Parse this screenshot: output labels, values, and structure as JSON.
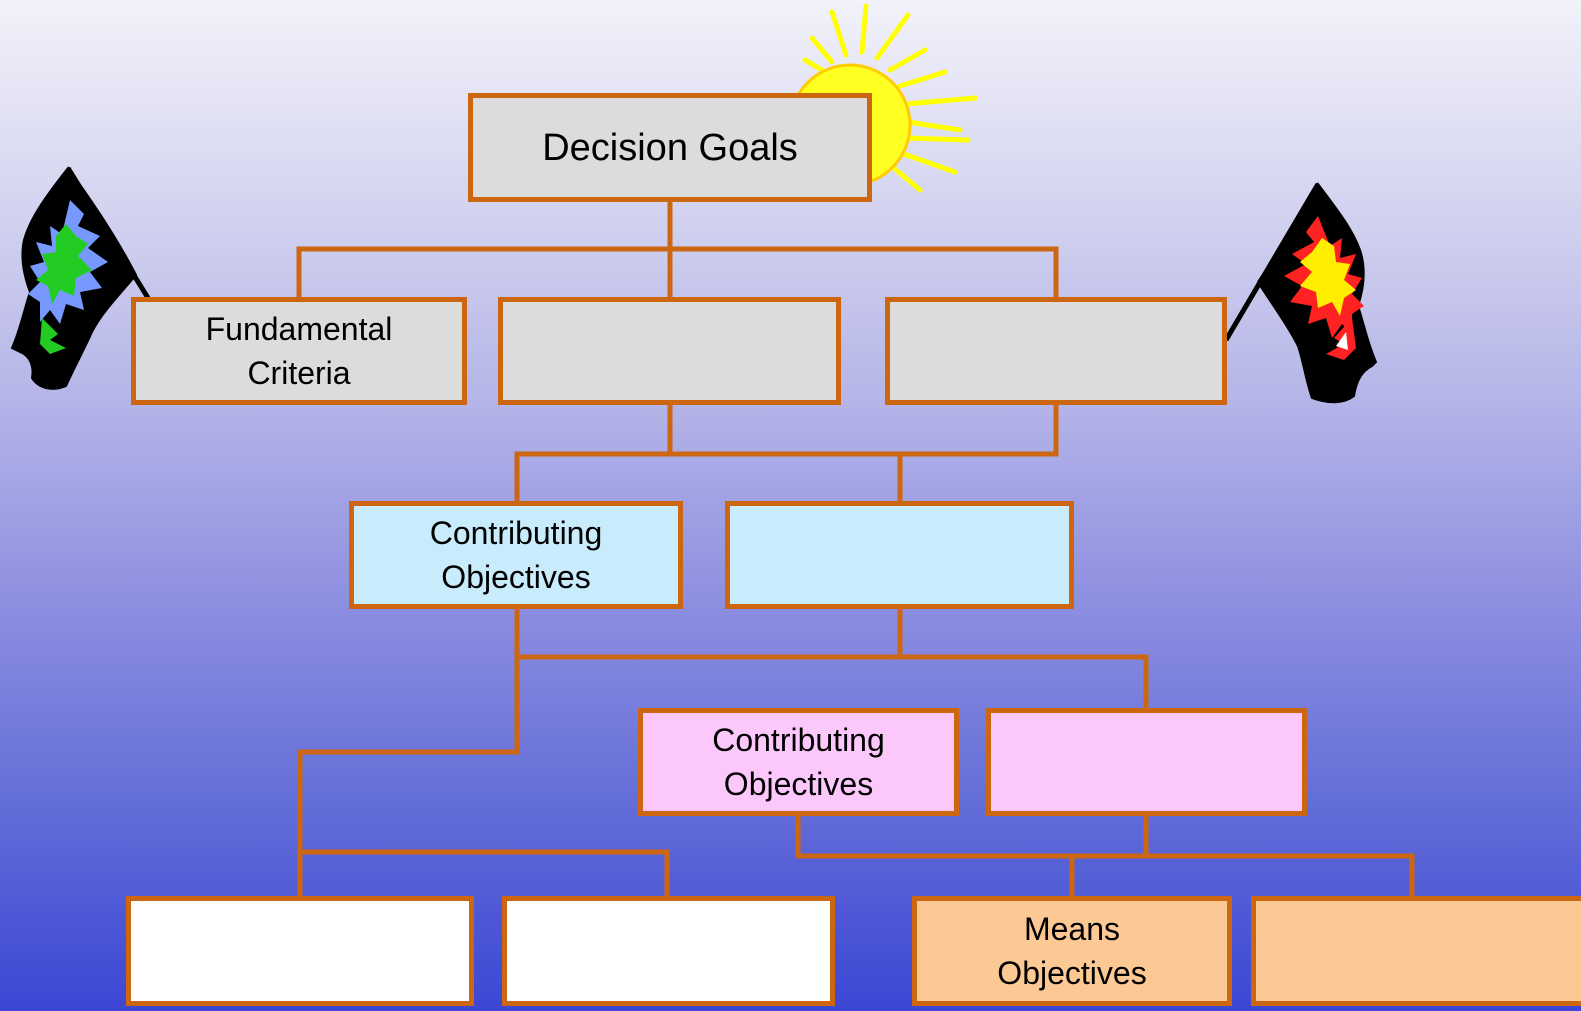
{
  "colors": {
    "connector": "#cc6611",
    "level1_fill": "#dcdcdc",
    "level2_fill": "#c8ecfc",
    "level3_fill": "#fcc8fc",
    "level4_left_fill": "#ffffff",
    "level4_right_fill": "#fcc894"
  },
  "icons": [
    "sun-icon",
    "green-flag-icon",
    "red-flag-icon"
  ],
  "nodes": {
    "root": "Decision Goals",
    "fundamental": "Fundamental\nCriteria",
    "contributing_1": "Contributing\nObjectives",
    "contributing_2": "Contributing\nObjectives",
    "means": "Means\nObjectives"
  }
}
